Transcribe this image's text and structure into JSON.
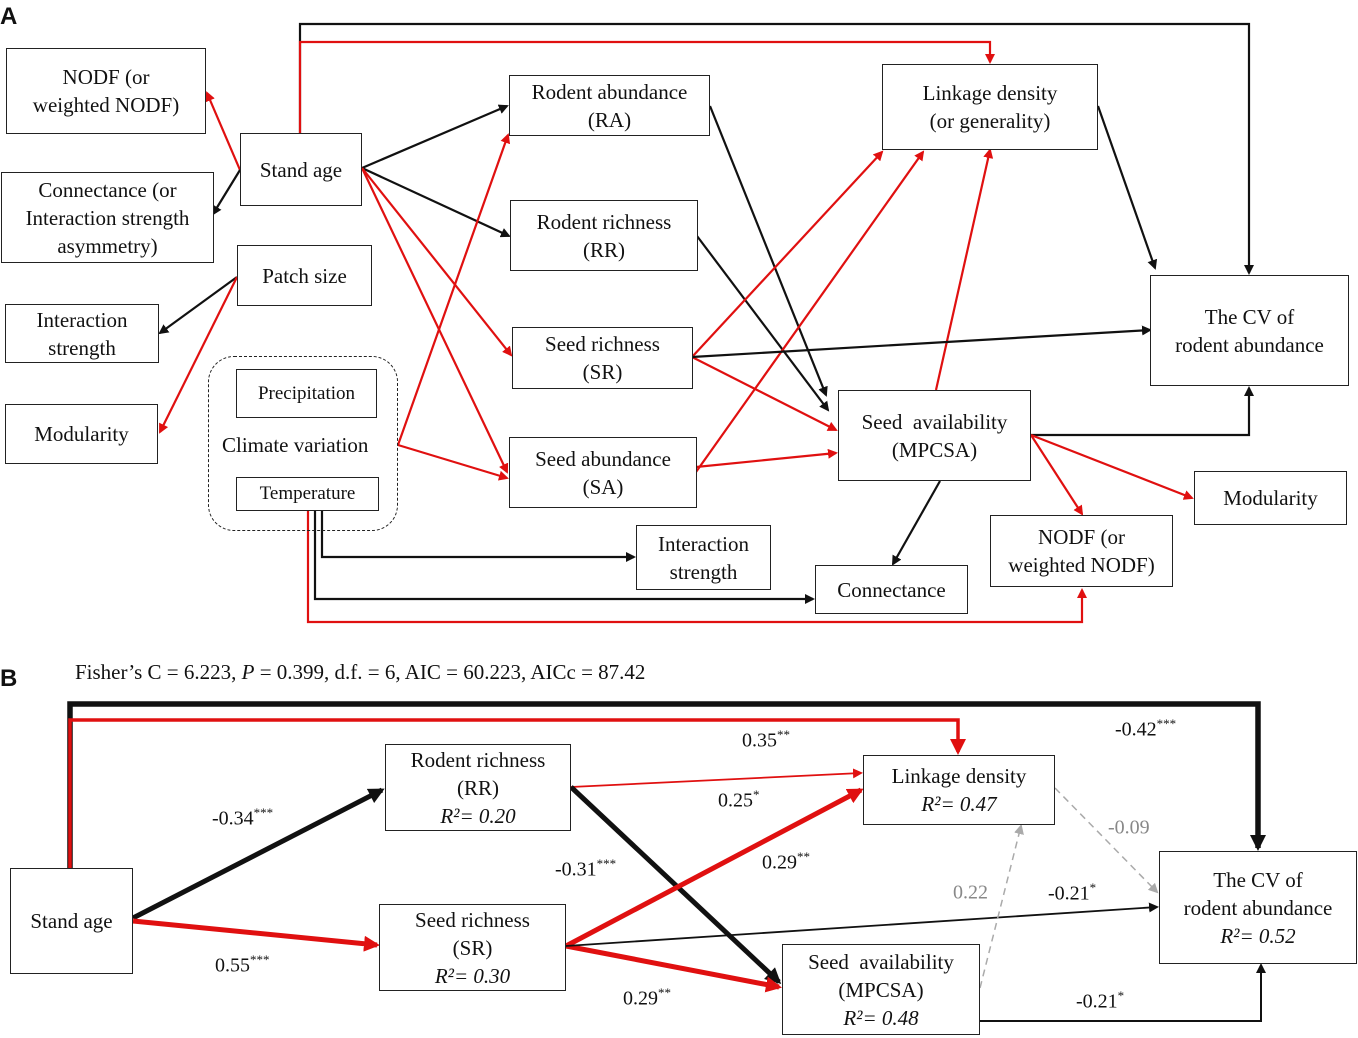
{
  "panel_a": {
    "label": "A",
    "boxes": {
      "nodf_left": [
        "NODF (or",
        "weighted NODF)"
      ],
      "connectance_left": [
        "Connectance (or",
        "Interaction strength",
        "asymmetry)"
      ],
      "interaction_left": [
        "Interaction",
        "strength"
      ],
      "modularity_left": "Modularity",
      "stand_age": "Stand age",
      "patch_size": "Patch size",
      "precipitation": "Precipitation",
      "climate_variation": "Climate variation",
      "temperature": "Temperature",
      "rodent_abundance": [
        "Rodent abundance",
        "(RA)"
      ],
      "rodent_richness": [
        "Rodent richness",
        "(RR)"
      ],
      "seed_richness": [
        "Seed richness",
        "(SR)"
      ],
      "seed_abundance": [
        "Seed abundance",
        "(SA)"
      ],
      "linkage_density": [
        "Linkage density",
        "(or generality)"
      ],
      "seed_availability": [
        "Seed  availability",
        "(MPCSA)"
      ],
      "cv_rodent": [
        "The CV of",
        "rodent abundance"
      ],
      "modularity_right": "Modularity",
      "nodf_right": [
        "NODF (or",
        "weighted NODF)"
      ],
      "interaction_mid": [
        "Interaction",
        "strength"
      ],
      "connectance_mid": "Connectance"
    }
  },
  "panel_b": {
    "label": "B",
    "stats": {
      "pre": "Fisher’s C = 6.223, ",
      "p_symbol": "P",
      "post": " = 0.399, d.f. = 6, AIC = 60.223, AICc = 87.42"
    },
    "boxes": {
      "stand_age": "Stand age",
      "rodent_richness": [
        "Rodent richness",
        "(RR)",
        "R²= 0.20"
      ],
      "seed_richness": [
        "Seed richness",
        "(SR)",
        "R²= 0.30"
      ],
      "linkage_density": [
        "Linkage density",
        "R²= 0.47"
      ],
      "seed_availability": [
        "Seed  availability",
        "(MPCSA)",
        "R²= 0.48"
      ],
      "cv_rodent": [
        "The CV of",
        "rodent abundance",
        "R²= 0.52"
      ]
    },
    "coefficients": {
      "c1": {
        "value": "0.35",
        "sig": "**"
      },
      "c2": {
        "value": "-0.42",
        "sig": "***"
      },
      "c3": {
        "value": "-0.34",
        "sig": "***"
      },
      "c4": {
        "value": "0.25",
        "sig": "*"
      },
      "c5": {
        "value": "-0.09",
        "sig": ""
      },
      "c6": {
        "value": "-0.31",
        "sig": "***"
      },
      "c7": {
        "value": "0.29",
        "sig": "**"
      },
      "c8": {
        "value": "0.22",
        "sig": ""
      },
      "c9": {
        "value": "-0.21",
        "sig": "*"
      },
      "c10": {
        "value": "0.55",
        "sig": "***"
      },
      "c11": {
        "value": "0.29",
        "sig": "**"
      },
      "c12": {
        "value": "-0.21",
        "sig": "*"
      }
    }
  },
  "colors": {
    "positive": "#e01010",
    "negative": "#111111",
    "nonsignificant": "#aaaaaa"
  }
}
